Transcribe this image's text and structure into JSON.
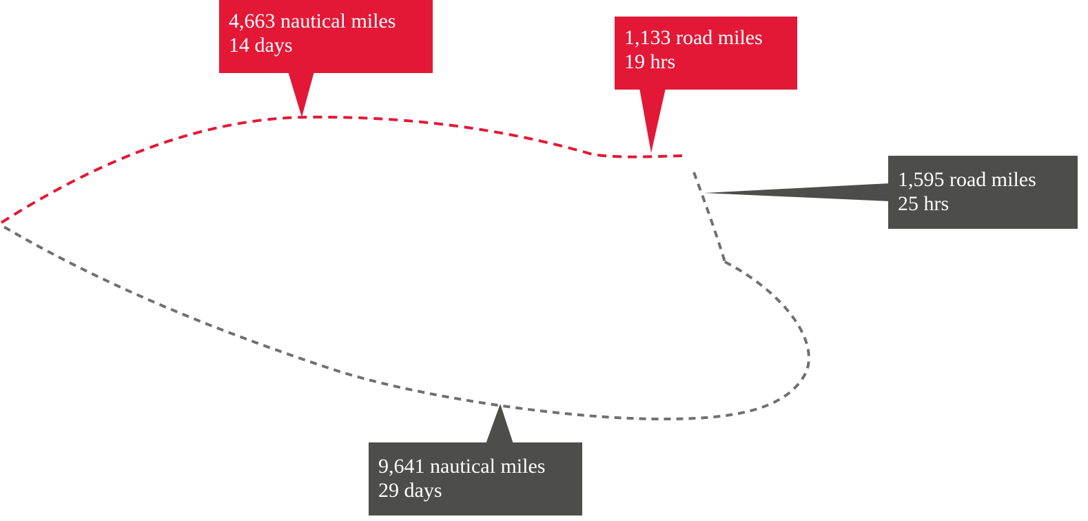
{
  "colors": {
    "short_route": "#e31837",
    "long_route": "#4d4d4b",
    "long_route_line": "#707070",
    "background": "#ffffff"
  },
  "callouts": {
    "sea_short": {
      "distance": "4,663 nautical miles",
      "duration": "14 days"
    },
    "road_short": {
      "distance": "1,133 road miles",
      "duration": "19 hrs"
    },
    "road_long": {
      "distance": "1,595 road miles",
      "duration": "25 hrs"
    },
    "sea_long": {
      "distance": "9,641 nautical miles",
      "duration": "29 days"
    }
  }
}
